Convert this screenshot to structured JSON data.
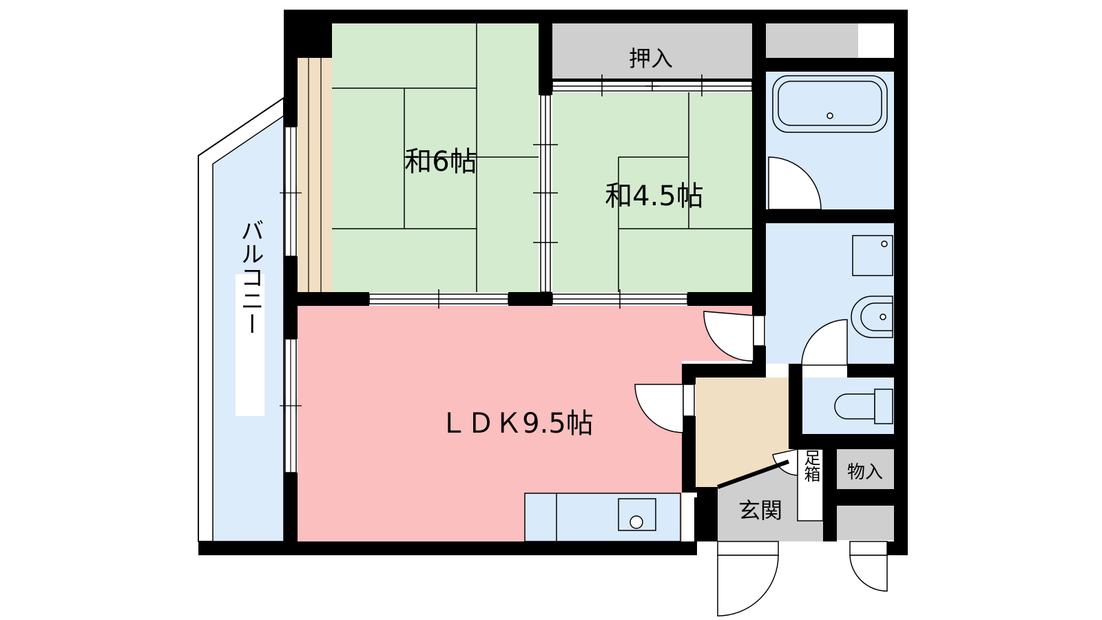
{
  "rooms": {
    "washitsu_6": {
      "label": "和6帖"
    },
    "washitsu_45": {
      "label": "和4.5帖"
    },
    "ldk": {
      "label": "ＬＤＫ9.5帖"
    },
    "oshiire": {
      "label": "押入"
    },
    "monoire": {
      "label": "物入"
    },
    "genkan": {
      "label": "玄関"
    },
    "getabako": {
      "label": "下足箱"
    },
    "balcony": {
      "label": "バルコニー"
    }
  },
  "colors": {
    "wall": "#000000",
    "tatami": "#d4ebd0",
    "ldk": "#fbbfc0",
    "wet_area": "#d9eafb",
    "balcony": "#ddecfb",
    "storage": "#cfcfcf",
    "engawa": "#f1dfc3",
    "entry_hall": "#f1dfc3",
    "genkan": "#cfcfcf"
  }
}
